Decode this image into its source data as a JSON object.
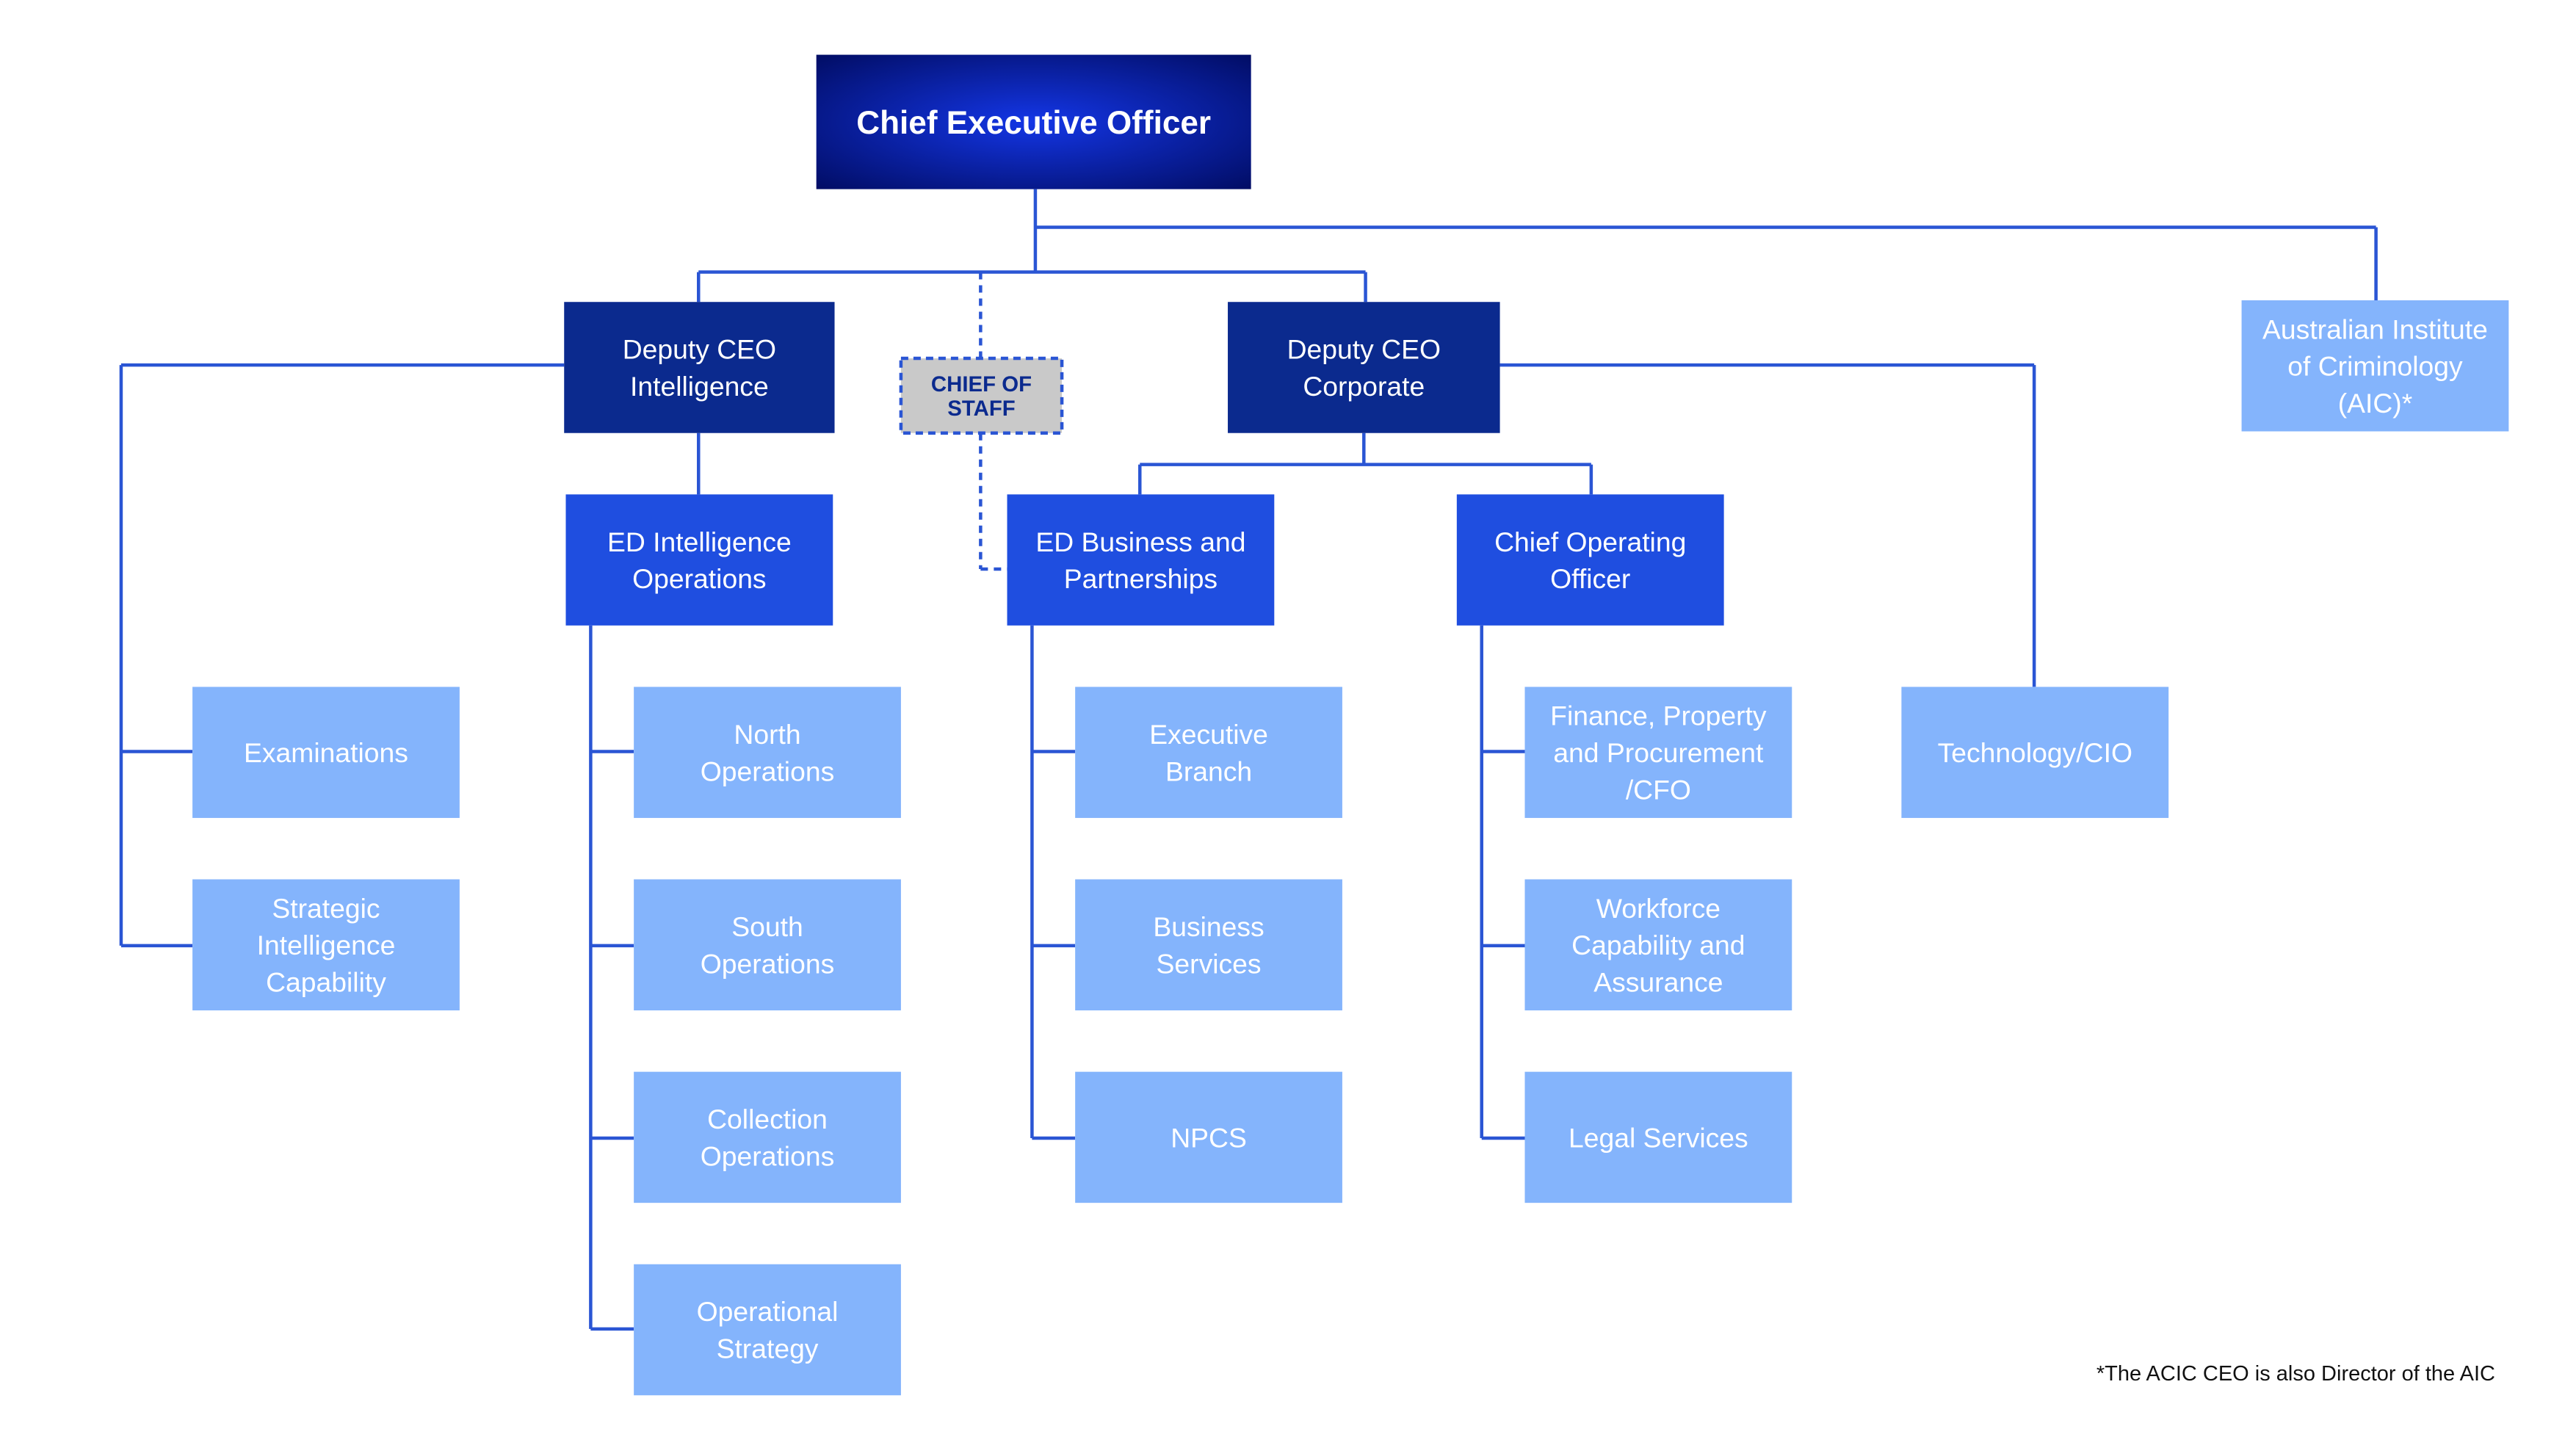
{
  "colors": {
    "ceo_center": "#1436e6",
    "ceo_edge": "#000a5c",
    "deputy": "#0b2a8e",
    "ed": "#1f4ee0",
    "unit": "#84b4fc",
    "connector": "#2a55d4",
    "chief_of_staff_fill": "#c9c9c9",
    "chief_of_staff_border": "#2a55d4",
    "chief_of_staff_text": "#0b2a8e",
    "footnote_text": "#111111"
  },
  "nodes": {
    "ceo": [
      "Chief Executive Officer"
    ],
    "deputy_intel": [
      "Deputy CEO",
      "Intelligence"
    ],
    "chief_of_staff": [
      "CHIEF OF",
      "STAFF"
    ],
    "deputy_corp": [
      "Deputy CEO",
      "Corporate"
    ],
    "aic": [
      "Australian Institute",
      "of Criminology",
      "(AIC)*"
    ],
    "ed_intel_ops": [
      "ED Intelligence",
      "Operations"
    ],
    "ed_business": [
      "ED Business and",
      "Partnerships"
    ],
    "coo": [
      "Chief Operating",
      "Officer"
    ],
    "examinations": [
      "Examinations"
    ],
    "strategic_intel": [
      "Strategic",
      "Intelligence",
      "Capability"
    ],
    "north_ops": [
      "North",
      "Operations"
    ],
    "south_ops": [
      "South",
      "Operations"
    ],
    "collection_ops": [
      "Collection",
      "Operations"
    ],
    "operational_strategy": [
      "Operational",
      "Strategy"
    ],
    "executive_branch": [
      "Executive",
      "Branch"
    ],
    "business_services": [
      "Business",
      "Services"
    ],
    "npcs": [
      "NPCS"
    ],
    "finance": [
      "Finance, Property",
      "and Procurement",
      "/CFO"
    ],
    "workforce": [
      "Workforce",
      "Capability and",
      "Assurance"
    ],
    "legal": [
      "Legal Services"
    ],
    "technology": [
      "Technology/CIO"
    ]
  },
  "footnote": "*The ACIC CEO is also Director of the AIC"
}
